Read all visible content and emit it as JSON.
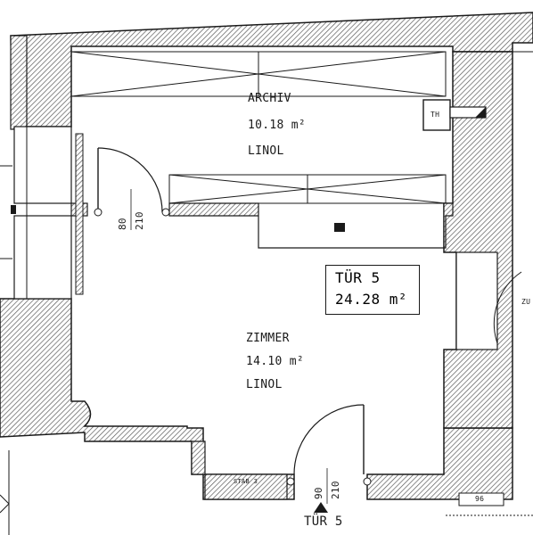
{
  "rooms": {
    "archiv": {
      "name": "ARCHIV",
      "area": "10.18 m²",
      "floor": "LINOL"
    },
    "zimmer": {
      "name": "ZIMMER",
      "area": "14.10 m²",
      "floor": "LINOL"
    }
  },
  "unit_badge": {
    "line1": "TÜR 5",
    "line2": "24.28 m²"
  },
  "entrance_label": "TÜR 5",
  "doors": {
    "interior": {
      "width": "80",
      "height": "210"
    },
    "entrance": {
      "width": "90",
      "height": "210"
    }
  },
  "tags": {
    "heater": "TH",
    "sill_note": "STAB 3",
    "right_room_fragment": "ZU",
    "bottom_right_tag": "96"
  },
  "colors": {
    "line": "#1a1a1a",
    "hatch": "#555555",
    "background": "#ffffff"
  }
}
